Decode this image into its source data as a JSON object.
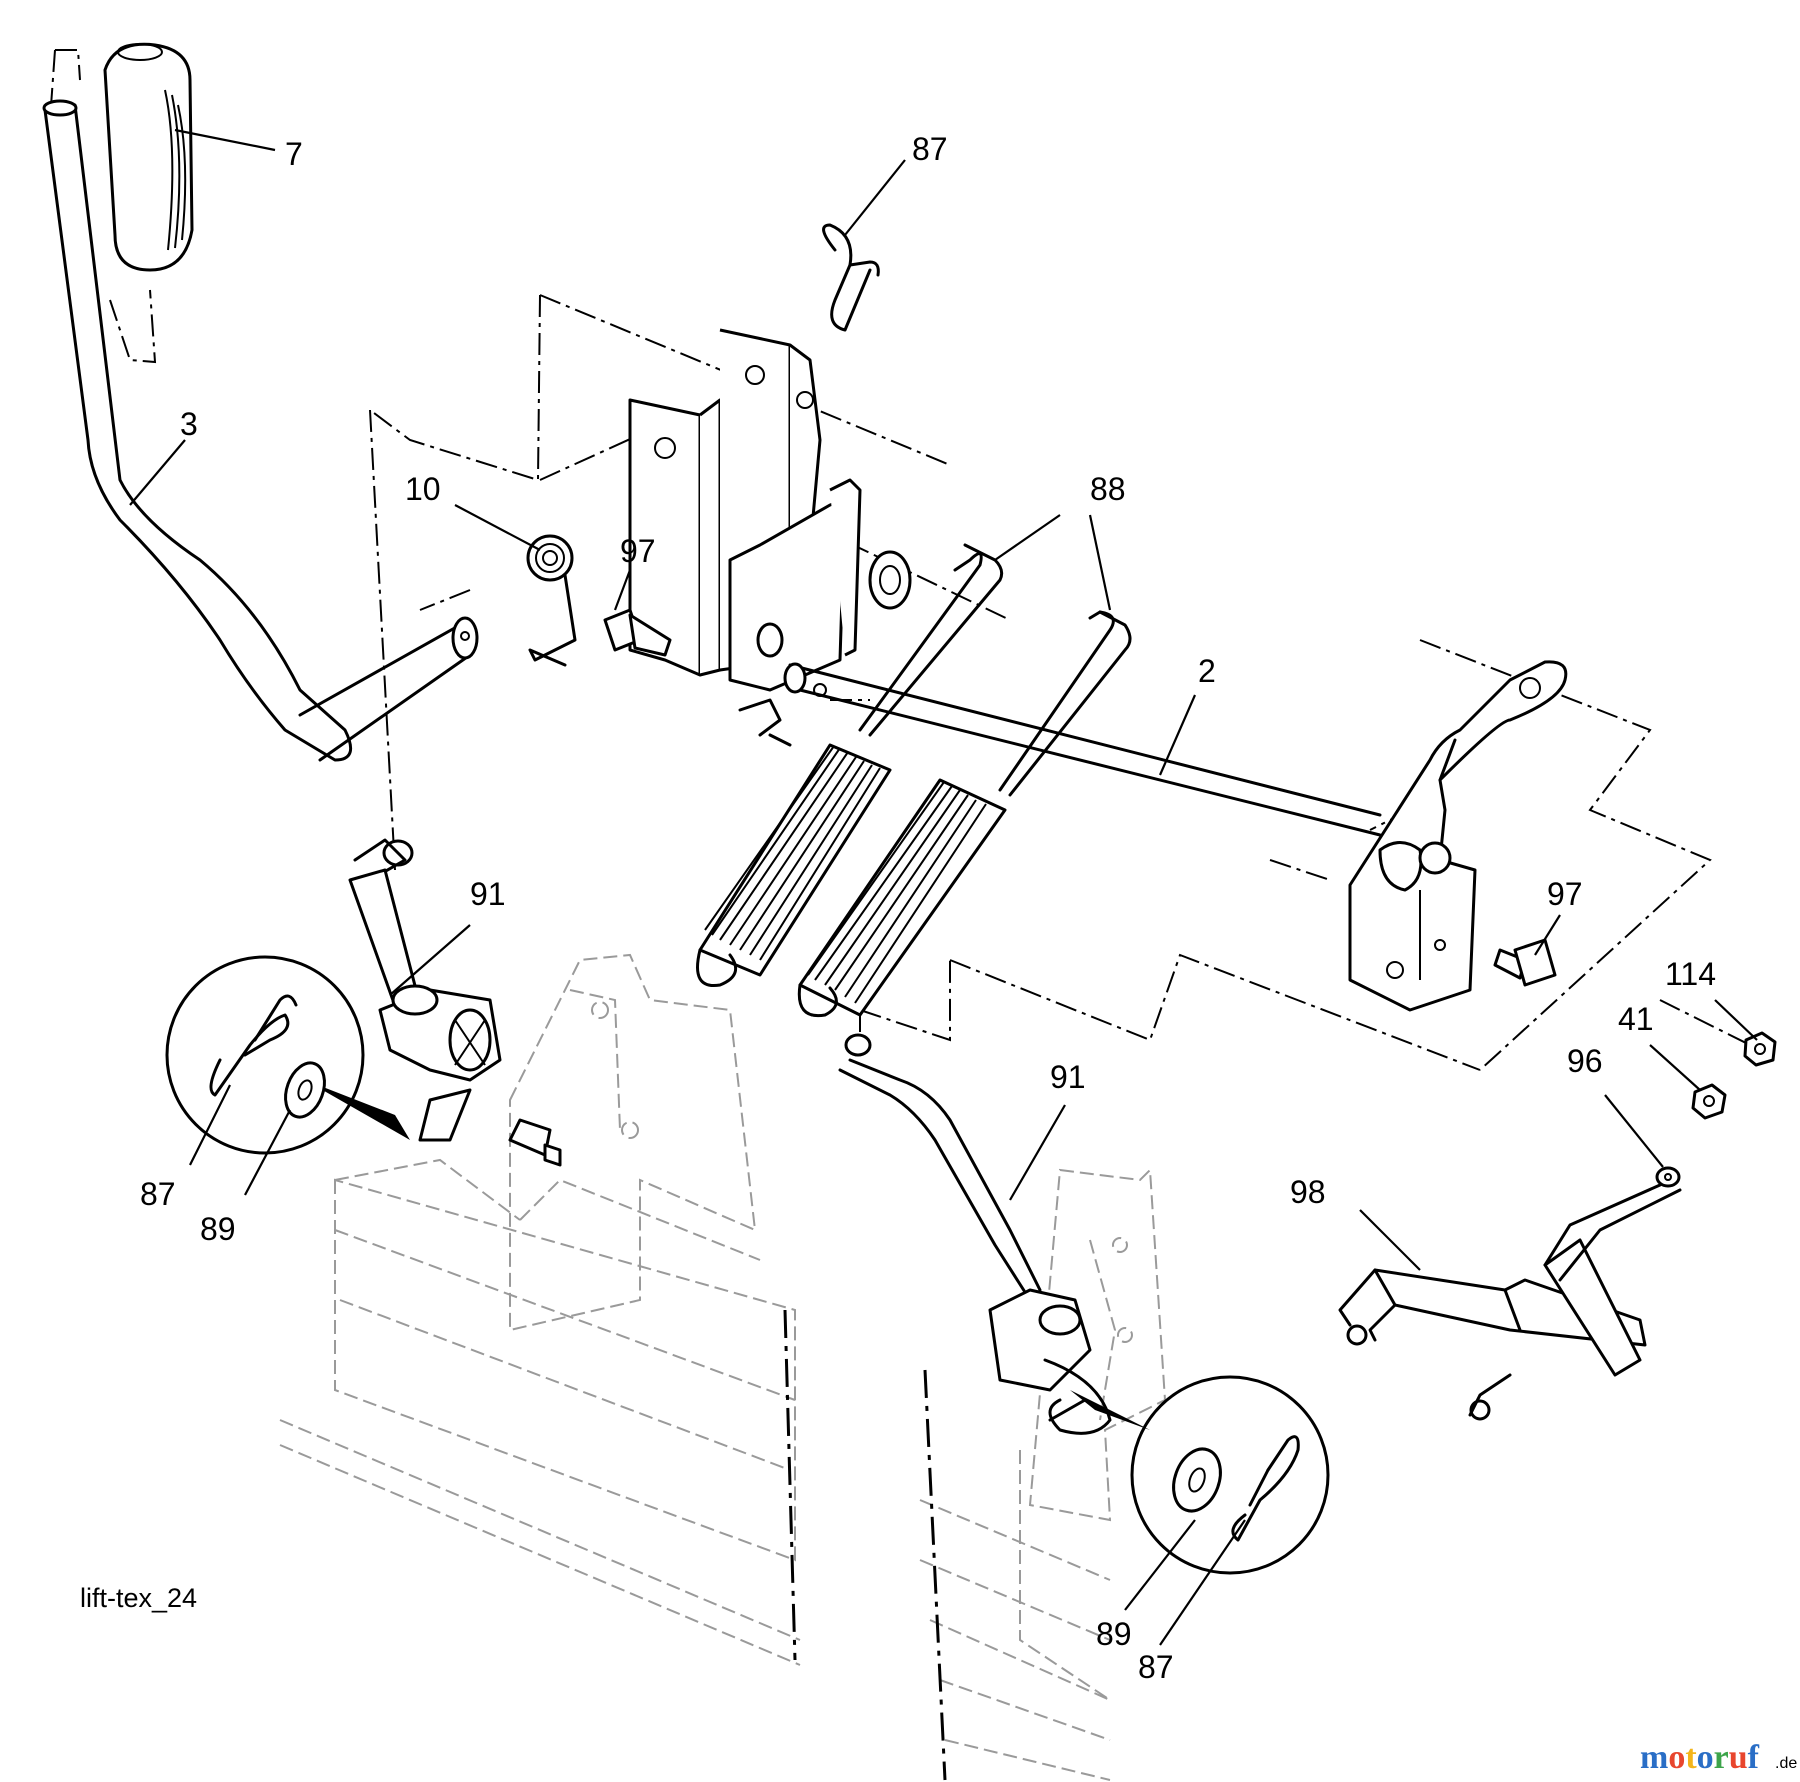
{
  "diagram": {
    "reference": "lift-tex_24",
    "watermark": {
      "text": "motoruf",
      "suffix": ".de",
      "colors": [
        "#2a6ec6",
        "#e8462e",
        "#f3b51b",
        "#2a6ec6",
        "#3da44a",
        "#e8462e",
        "#2a6ec6"
      ]
    },
    "callouts": [
      {
        "id": "c7",
        "label": "7"
      },
      {
        "id": "c3",
        "label": "3"
      },
      {
        "id": "c87a",
        "label": "87"
      },
      {
        "id": "c10",
        "label": "10"
      },
      {
        "id": "c97a",
        "label": "97"
      },
      {
        "id": "c88",
        "label": "88"
      },
      {
        "id": "c2",
        "label": "2"
      },
      {
        "id": "c97b",
        "label": "97"
      },
      {
        "id": "c91a",
        "label": "91"
      },
      {
        "id": "c87b",
        "label": "87"
      },
      {
        "id": "c89a",
        "label": "89"
      },
      {
        "id": "c91b",
        "label": "91"
      },
      {
        "id": "c114",
        "label": "114"
      },
      {
        "id": "c41",
        "label": "41"
      },
      {
        "id": "c96",
        "label": "96"
      },
      {
        "id": "c98",
        "label": "98"
      },
      {
        "id": "c89b",
        "label": "89"
      },
      {
        "id": "c87c",
        "label": "87"
      }
    ]
  }
}
